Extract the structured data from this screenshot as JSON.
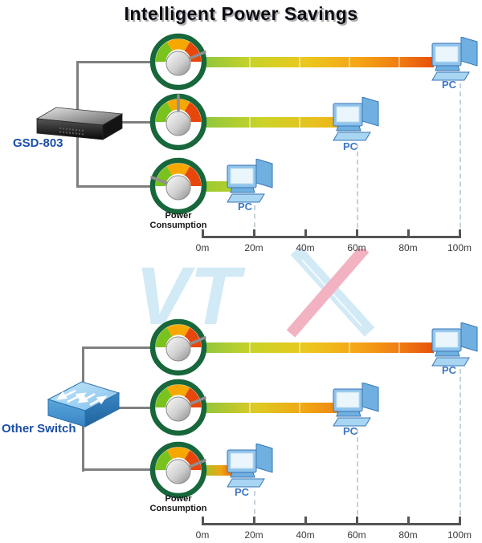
{
  "title": "Intelligent Power Savings",
  "watermark": {
    "brand": "VTX",
    "letters_text": "VT"
  },
  "distance_scale": {
    "ticks": [
      "0m",
      "20m",
      "40m",
      "60m",
      "80m",
      "100m"
    ],
    "unit": "m",
    "range": [
      0,
      100
    ]
  },
  "sections": [
    {
      "name": "gsd-803",
      "switch_label": "GSD-803",
      "power_label": {
        "line1": "Power",
        "line2": "Consumption"
      },
      "links": [
        {
          "pc_label": "PC",
          "distance_m": 100,
          "power_level": "high"
        },
        {
          "pc_label": "PC",
          "distance_m": 60,
          "power_level": "medium"
        },
        {
          "pc_label": "PC",
          "distance_m": 20,
          "power_level": "low"
        }
      ]
    },
    {
      "name": "other-switch",
      "switch_label": "Other Switch",
      "power_label": {
        "line1": "Power",
        "line2": "Consumption"
      },
      "links": [
        {
          "pc_label": "PC",
          "distance_m": 100,
          "power_level": "high"
        },
        {
          "pc_label": "PC",
          "distance_m": 60,
          "power_level": "high"
        },
        {
          "pc_label": "PC",
          "distance_m": 20,
          "power_level": "high"
        }
      ]
    }
  ],
  "colors": {
    "gauge_ring": "#17673B",
    "gauge_green": "#7AC21E",
    "gauge_amber": "#F6A800",
    "gauge_red": "#E8470B",
    "label_blue": "#1B4FA6",
    "bar_gradient": [
      "#8CC63E",
      "#C9D228",
      "#EBC81E",
      "#F5A417",
      "#E8500C"
    ]
  }
}
